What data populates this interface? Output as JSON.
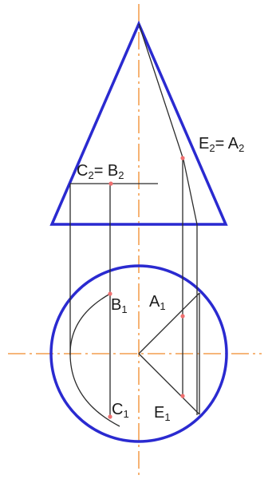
{
  "labels": {
    "e2": {
      "main": "E",
      "sub": "2",
      "rest": "= A",
      "sub2": "2"
    },
    "c2": {
      "main": "C",
      "sub": "2",
      "rest": "= B",
      "sub2": "2"
    },
    "b1": {
      "main": "B",
      "sub": "1"
    },
    "a1": {
      "main": "A",
      "sub": "1"
    },
    "c1": {
      "main": "C",
      "sub": "1"
    },
    "e1": {
      "main": "E",
      "sub": "1"
    }
  },
  "colors": {
    "outline": "#2a2ad0",
    "axis": "#f08a2a",
    "line": "#2b2b2b",
    "point": "#f07070"
  }
}
